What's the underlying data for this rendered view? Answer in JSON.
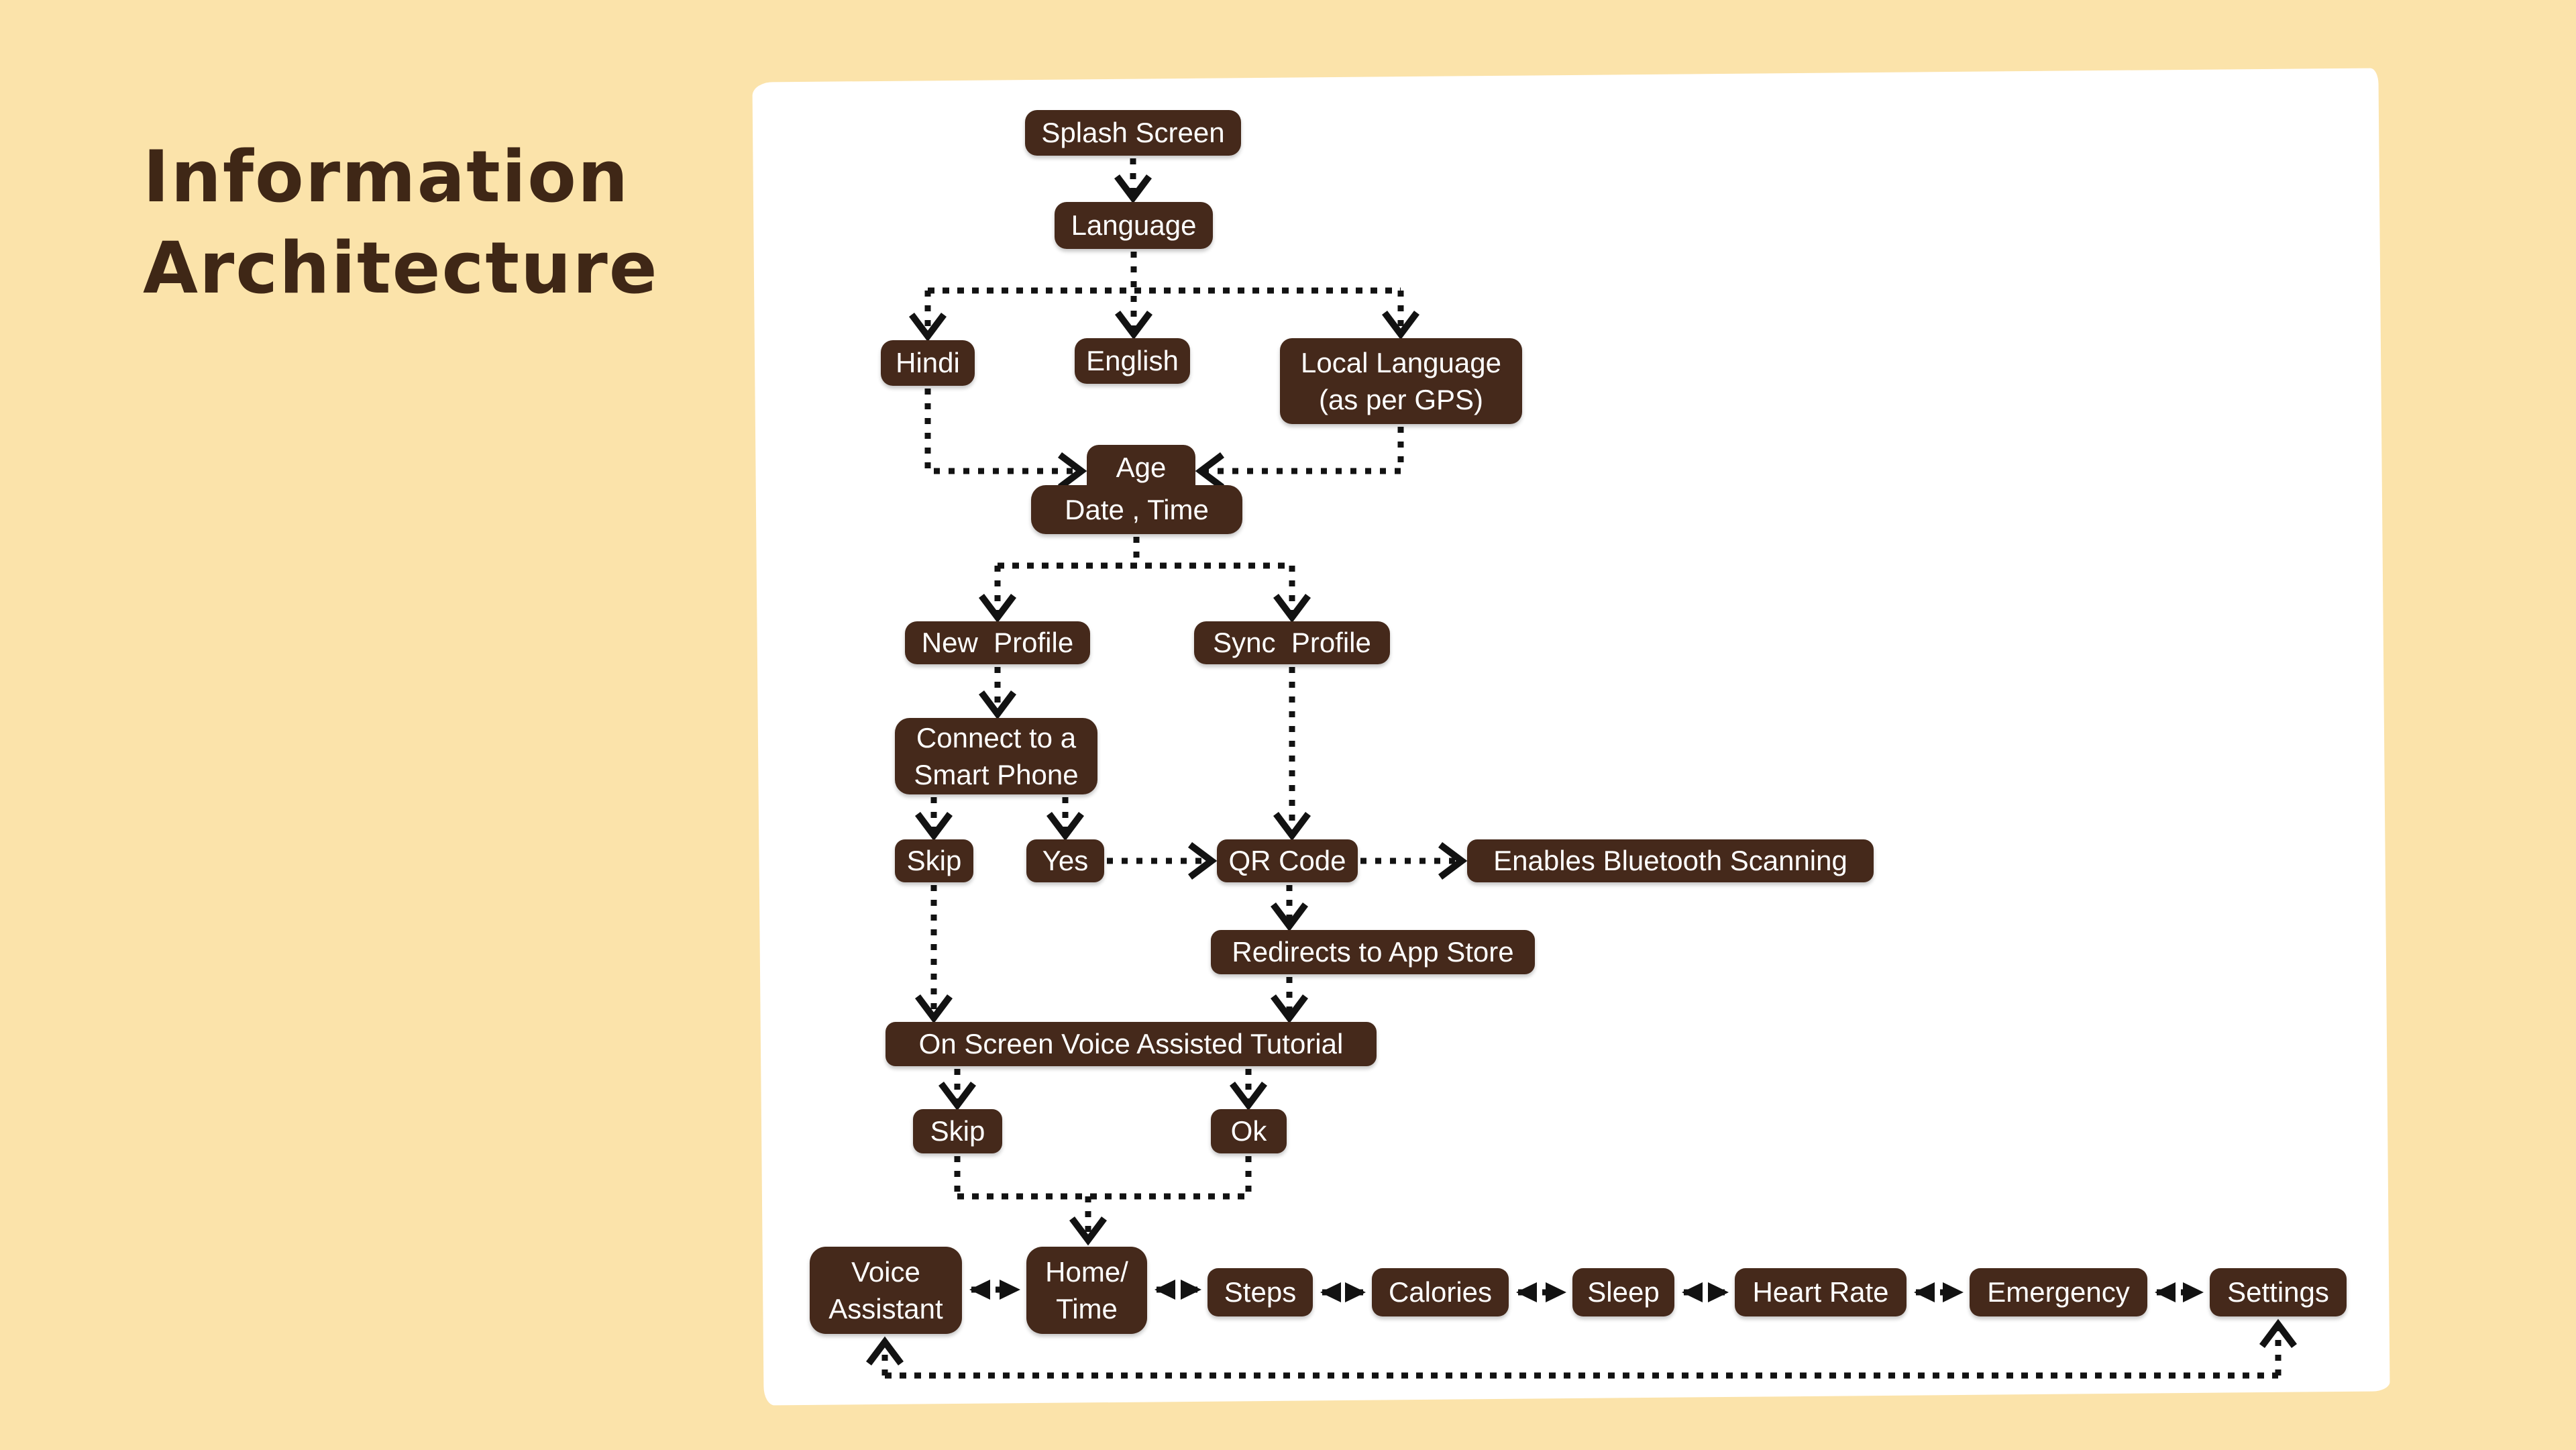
{
  "title": {
    "text": "Information\nArchitecture"
  },
  "colors": {
    "background": "#FBE3AA",
    "canvas": "#FFFFFF",
    "node_fill": "#45291B",
    "node_text": "#FFFFFF",
    "arrow": "#121212",
    "title_text": "#3F2716"
  },
  "diagram": {
    "nodes": {
      "splash_screen": {
        "label": "Splash Screen"
      },
      "language": {
        "label": "Language"
      },
      "hindi": {
        "label": "Hindi"
      },
      "english": {
        "label": "English"
      },
      "local_language": {
        "label": "Local Language\n(as per GPS)"
      },
      "age": {
        "label": "Age"
      },
      "date_time": {
        "label": "Date , Time"
      },
      "new_profile": {
        "label": "New  Profile"
      },
      "sync_profile": {
        "label": "Sync  Profile"
      },
      "connect_phone": {
        "label": "Connect to a\nSmart Phone"
      },
      "skip_connect": {
        "label": "Skip"
      },
      "yes": {
        "label": "Yes"
      },
      "qr_code": {
        "label": "QR Code"
      },
      "bluetooth": {
        "label": "Enables Bluetooth Scanning"
      },
      "app_store": {
        "label": "Redirects to App Store"
      },
      "tutorial": {
        "label": "On Screen Voice Assisted Tutorial"
      },
      "skip_tutorial": {
        "label": "Skip"
      },
      "ok": {
        "label": "Ok"
      },
      "voice_assistant": {
        "label": "Voice\nAssistant"
      },
      "home_time": {
        "label": "Home/\nTime"
      },
      "steps": {
        "label": "Steps"
      },
      "calories": {
        "label": "Calories"
      },
      "sleep": {
        "label": "Sleep"
      },
      "heart_rate": {
        "label": "Heart Rate"
      },
      "emergency": {
        "label": "Emergency"
      },
      "settings": {
        "label": "Settings"
      }
    },
    "edges": [
      {
        "from": "splash_screen",
        "to": "language",
        "type": "directed"
      },
      {
        "from": "language",
        "to": "hindi",
        "type": "directed"
      },
      {
        "from": "language",
        "to": "english",
        "type": "directed"
      },
      {
        "from": "language",
        "to": "local_language",
        "type": "directed"
      },
      {
        "from": "hindi",
        "to": "age",
        "type": "directed"
      },
      {
        "from": "english",
        "to": "age",
        "type": "directed"
      },
      {
        "from": "local_language",
        "to": "age",
        "type": "directed"
      },
      {
        "from": "date_time",
        "to": "new_profile",
        "type": "directed"
      },
      {
        "from": "date_time",
        "to": "sync_profile",
        "type": "directed"
      },
      {
        "from": "new_profile",
        "to": "connect_phone",
        "type": "directed"
      },
      {
        "from": "connect_phone",
        "to": "skip_connect",
        "type": "directed"
      },
      {
        "from": "connect_phone",
        "to": "yes",
        "type": "directed"
      },
      {
        "from": "sync_profile",
        "to": "qr_code",
        "type": "directed"
      },
      {
        "from": "yes",
        "to": "qr_code",
        "type": "directed"
      },
      {
        "from": "qr_code",
        "to": "bluetooth",
        "type": "directed"
      },
      {
        "from": "qr_code",
        "to": "app_store",
        "type": "directed"
      },
      {
        "from": "app_store",
        "to": "tutorial",
        "type": "directed"
      },
      {
        "from": "skip_connect",
        "to": "tutorial",
        "type": "directed"
      },
      {
        "from": "tutorial",
        "to": "skip_tutorial",
        "type": "directed"
      },
      {
        "from": "tutorial",
        "to": "ok",
        "type": "directed"
      },
      {
        "from": "skip_tutorial",
        "to": "home_time",
        "type": "directed"
      },
      {
        "from": "ok",
        "to": "home_time",
        "type": "directed"
      },
      {
        "from": "voice_assistant",
        "to": "home_time",
        "type": "bidirectional"
      },
      {
        "from": "home_time",
        "to": "steps",
        "type": "bidirectional"
      },
      {
        "from": "steps",
        "to": "calories",
        "type": "bidirectional"
      },
      {
        "from": "calories",
        "to": "sleep",
        "type": "bidirectional"
      },
      {
        "from": "sleep",
        "to": "heart_rate",
        "type": "bidirectional"
      },
      {
        "from": "heart_rate",
        "to": "emergency",
        "type": "bidirectional"
      },
      {
        "from": "emergency",
        "to": "settings",
        "type": "bidirectional"
      },
      {
        "from": "voice_assistant",
        "to": "settings",
        "type": "bidirectional"
      }
    ]
  }
}
